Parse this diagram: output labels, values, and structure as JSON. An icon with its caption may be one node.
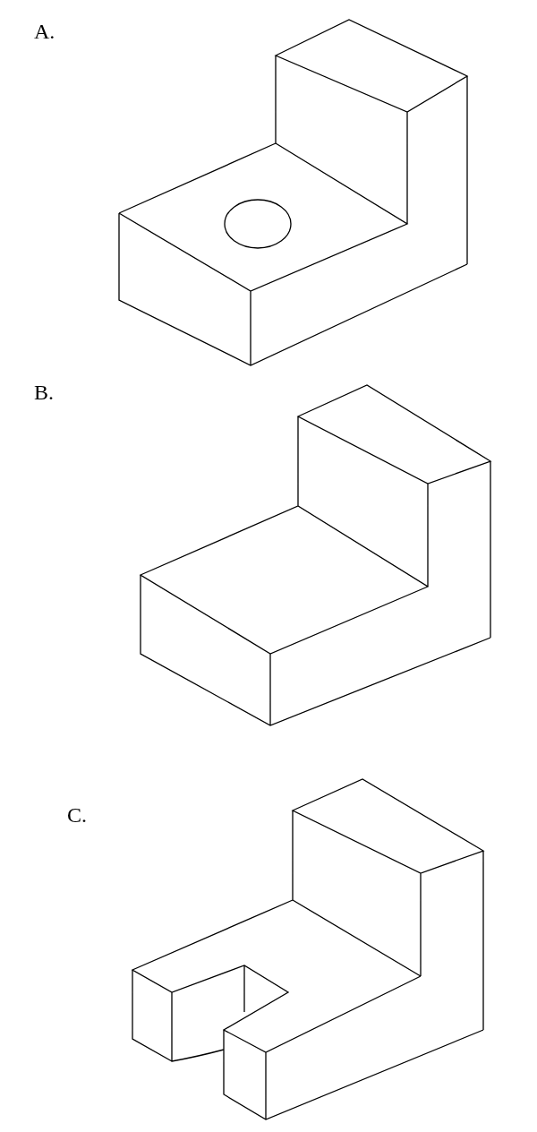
{
  "diagram": {
    "labels": [
      "A.",
      "B.",
      "C."
    ]
  }
}
